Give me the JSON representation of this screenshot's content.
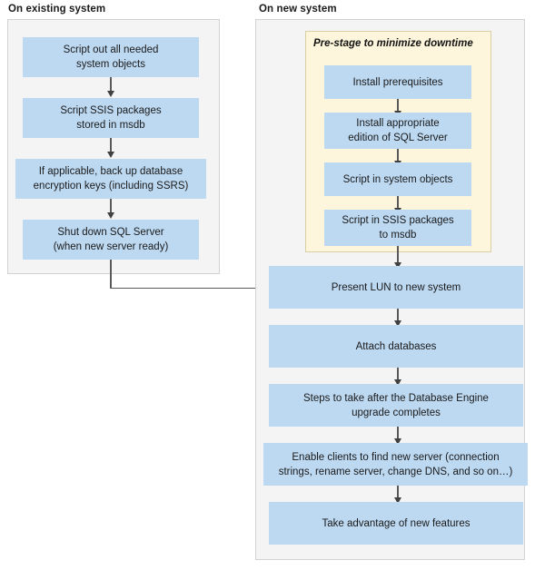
{
  "diagram": {
    "title_existing": "On existing system",
    "title_new": "On new system",
    "stage_label": "Pre-stage to minimize downtime",
    "colors": {
      "node_fill": "#bdd9f2",
      "panel_fill": "#f4f4f4",
      "panel_border": "#d2d2d2",
      "stage_fill": "#fdf6dc",
      "stage_border": "#d9cfa0",
      "arrow": "#595959",
      "text": "#1a1a1a",
      "background": "#ffffff"
    }
  },
  "existing_system": {
    "nodes": [
      {
        "id": "script-system-objects",
        "line1": "Script out all needed",
        "line2": "system objects"
      },
      {
        "id": "script-ssis-packages",
        "line1": "Script SSIS packages",
        "line2": "stored in msdb"
      },
      {
        "id": "back-up-encryption-keys",
        "line1": "If applicable, back up database",
        "line2": "encryption keys (including SSRS)"
      },
      {
        "id": "shut-down-sql-server",
        "line1": "Shut down SQL Server",
        "line2": "(when new server ready)"
      }
    ]
  },
  "new_system": {
    "prestage_nodes": [
      {
        "id": "install-prerequisites",
        "line1": "Install prerequisites",
        "line2": ""
      },
      {
        "id": "install-sql-server-edition",
        "line1": "Install appropriate",
        "line2": "edition of SQL Server"
      },
      {
        "id": "script-in-system-objects",
        "line1": "Script in system objects",
        "line2": ""
      },
      {
        "id": "script-in-ssis-packages",
        "line1": "Script in SSIS packages",
        "line2": "to msdb"
      }
    ],
    "main_nodes": [
      {
        "id": "present-lun",
        "line1": "Present LUN to new system",
        "line2": ""
      },
      {
        "id": "attach-databases",
        "line1": "Attach databases",
        "line2": ""
      },
      {
        "id": "post-upgrade-steps",
        "line1": "Steps to take after the Database Engine",
        "line2": "upgrade completes"
      },
      {
        "id": "enable-clients",
        "line1": "Enable clients to find new server (connection",
        "line2": "strings, rename server, change DNS, and so on…)"
      },
      {
        "id": "take-advantage-features",
        "line1": "Take advantage of new features",
        "line2": ""
      }
    ]
  }
}
